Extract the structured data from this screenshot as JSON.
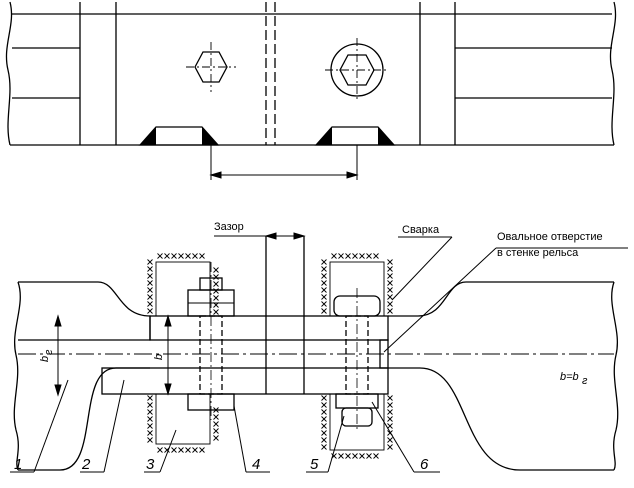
{
  "labels": {
    "gap": "Зазор",
    "weld": "Сварка",
    "oval_hole_line1": "Овальное отверстие",
    "oval_hole_line2": "в стенке рельса",
    "dim_b_r_main": "b",
    "dim_b_r_sub": "г",
    "dim_b": "b",
    "dim_b_eq_main": "b=b",
    "dim_b_eq_sub": "г"
  },
  "callouts": [
    "1",
    "2",
    "3",
    "4",
    "5",
    "6"
  ],
  "colors": {
    "line": "#000000",
    "background": "#ffffff"
  }
}
